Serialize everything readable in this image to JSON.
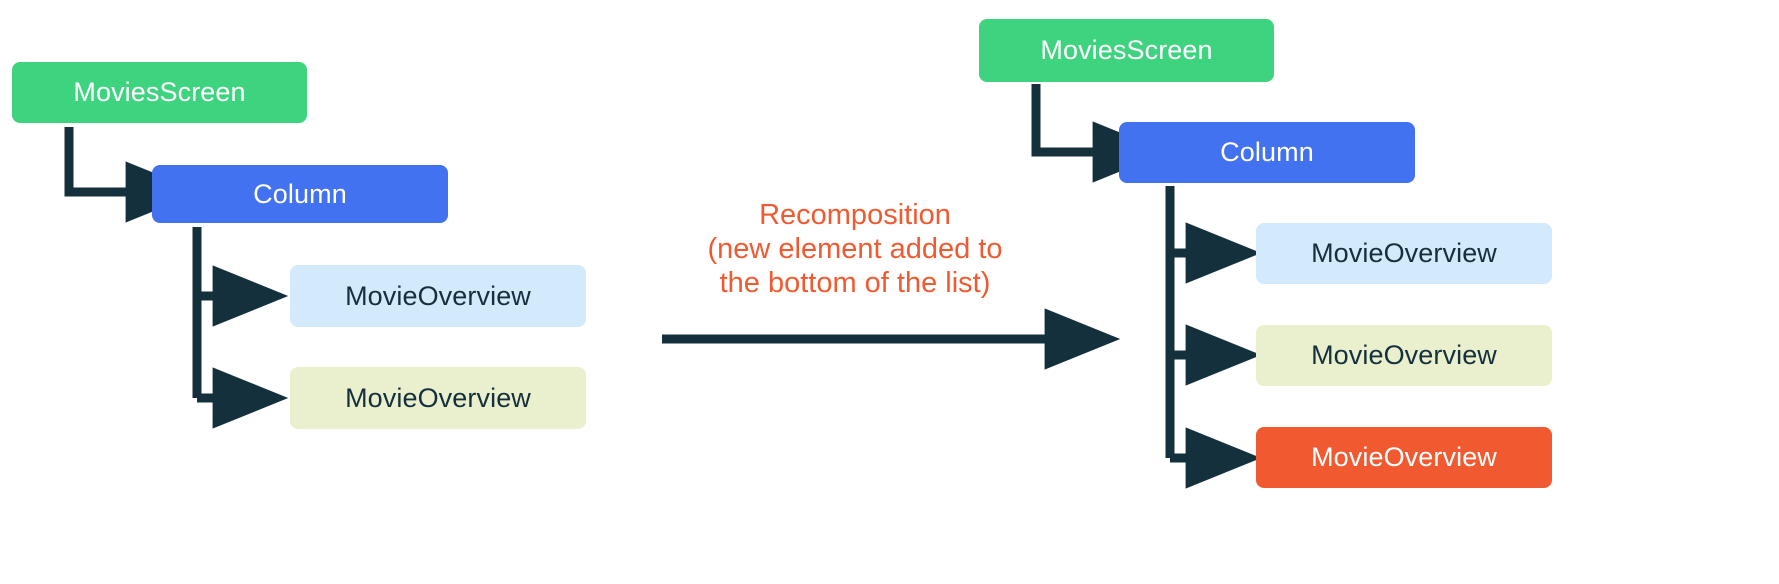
{
  "diagram": {
    "title_text_lines": [
      "Recomposition",
      "(new element added to",
      "the bottom of the list)"
    ],
    "transition_label": "Recomposition\n(new element added to\nthe bottom of the list)",
    "colors": {
      "green": "#3ed37f",
      "blue": "#4272ef",
      "light_blue": "#d2eafc",
      "yellow": "#eaf0cd",
      "orange": "#f15a31",
      "connector": "#15303d",
      "dark_text": "#15303d",
      "light_text": "#ffffff",
      "background": "#ffffff"
    },
    "left_tree": {
      "root": {
        "label": "MoviesScreen",
        "color_role": "green"
      },
      "container": {
        "label": "Column",
        "color_role": "blue"
      },
      "children": [
        {
          "label": "MovieOverview",
          "color_role": "light_blue"
        },
        {
          "label": "MovieOverview",
          "color_role": "yellow"
        }
      ]
    },
    "right_tree": {
      "root": {
        "label": "MoviesScreen",
        "color_role": "green"
      },
      "container": {
        "label": "Column",
        "color_role": "blue"
      },
      "children": [
        {
          "label": "MovieOverview",
          "color_role": "light_blue"
        },
        {
          "label": "MovieOverview",
          "color_role": "yellow"
        },
        {
          "label": "MovieOverview",
          "color_role": "orange"
        }
      ]
    }
  }
}
